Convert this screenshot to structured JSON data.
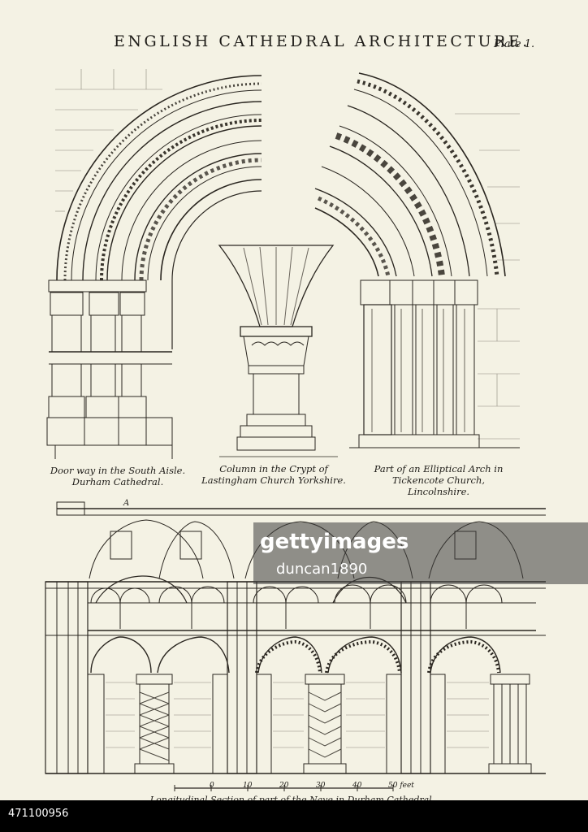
{
  "plate": {
    "title": "ENGLISH CATHEDRAL ARCHITECTURE.",
    "number": "Plate 1."
  },
  "captions": {
    "doorway": [
      "Door way in the South Aisle.",
      "Durham Cathedral."
    ],
    "column": [
      "Column in the Crypt of",
      "Lastingham Church Yorkshire."
    ],
    "arch": [
      "Part of an Elliptical Arch in",
      "Tickencote Church,",
      "Lincolnshire."
    ],
    "section": "Longitudinal Section of part of the Nave in Durham Cathedral."
  },
  "section_marker": "A",
  "scale": {
    "ticks": [
      "0",
      "10",
      "20",
      "30",
      "40",
      "50 feet"
    ]
  },
  "watermark": {
    "logo": "gettyimages",
    "credit": "duncan1890"
  },
  "image_id": "471100956",
  "colors": {
    "paper": "#f4f2e4",
    "ink": "#1e1c18",
    "bottom_bar": "#000000"
  }
}
